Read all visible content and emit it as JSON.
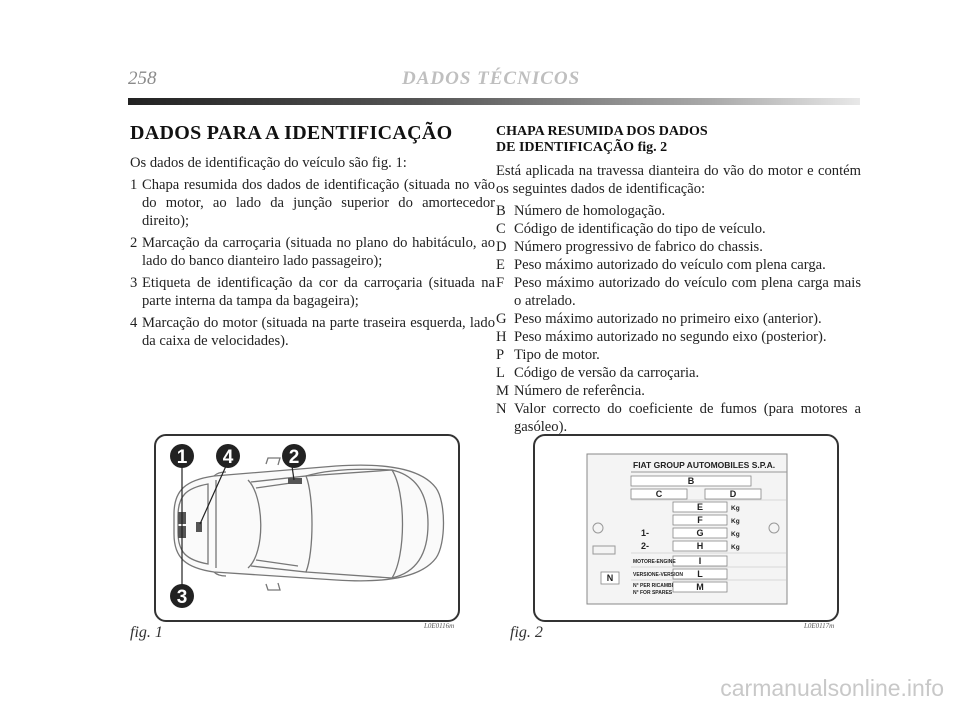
{
  "header": {
    "page_number": "258",
    "running_title": "DADOS TÉCNICOS"
  },
  "left": {
    "title": "DADOS PARA A IDENTIFICAÇÃO",
    "intro": "Os dados de identificação do veículo são fig. 1:",
    "items": [
      {
        "key": "1",
        "text": "Chapa resumida dos dados de identificação (situada no vão do motor, ao lado da junção superior do amortecedor direito);"
      },
      {
        "key": "2",
        "text": "Marcação da carroçaria (situada no plano do habitáculo, ao lado do banco dianteiro lado passageiro);"
      },
      {
        "key": "3",
        "text": "Etiqueta de identificação da cor da carroçaria (situada na parte interna da tampa da bagageira);"
      },
      {
        "key": "4",
        "text": "Marcação do motor (situada na parte traseira esquerda, lado da caixa de velocidades)."
      }
    ]
  },
  "right": {
    "title_line1": "CHAPA RESUMIDA DOS DADOS",
    "title_line2": "DE IDENTIFICAÇÃO fig. 2",
    "intro": "Está aplicada na travessa dianteira do vão do motor e contém os seguintes dados de identificação:",
    "codes": [
      {
        "key": "B",
        "text": "Número de homologação."
      },
      {
        "key": "C",
        "text": "Código de identificação do tipo de veículo."
      },
      {
        "key": "D",
        "text": "Número progressivo de fabrico do chassis."
      },
      {
        "key": "E",
        "text": "Peso máximo autorizado do veículo com plena carga."
      },
      {
        "key": "F",
        "text": "Peso máximo autorizado do veículo com plena carga mais o atrelado."
      },
      {
        "key": "G",
        "text": "Peso máximo autorizado no primeiro eixo (anterior)."
      },
      {
        "key": "H",
        "text": "Peso máximo autorizado no segundo eixo (posterior)."
      },
      {
        "key": "P",
        "text": "Tipo de motor."
      },
      {
        "key": "L",
        "text": "Código de versão da carroçaria."
      },
      {
        "key": "M",
        "text": "Número de referência."
      },
      {
        "key": "N",
        "text": "Valor correcto do coeficiente de fumos (para motores a gasóleo)."
      }
    ]
  },
  "fig1": {
    "caption": "fig. 1",
    "code": "L0E0116m",
    "markers": [
      "1",
      "4",
      "2",
      "3"
    ]
  },
  "fig2": {
    "caption": "fig. 2",
    "code": "L0E0117m",
    "plate_header": "FIAT GROUP AUTOMOBILES S.P.A.",
    "row_B": "B",
    "row_C": "C",
    "row_D": "D",
    "row_E": "E",
    "row_F": "F",
    "row_G": "G",
    "row_H": "H",
    "kg": "Kg",
    "axle1": "1-",
    "axle2": "2-",
    "motore_label": "MOTORE-ENGINE",
    "row_I": "I",
    "versione_label": "VERSIONE-VERSION",
    "row_L": "L",
    "ricambi_label1": "N° PER RICAMBI",
    "ricambi_label2": "N° FOR SPARES",
    "row_M": "M",
    "row_N": "N"
  },
  "watermark": "carmanualsonline.info"
}
